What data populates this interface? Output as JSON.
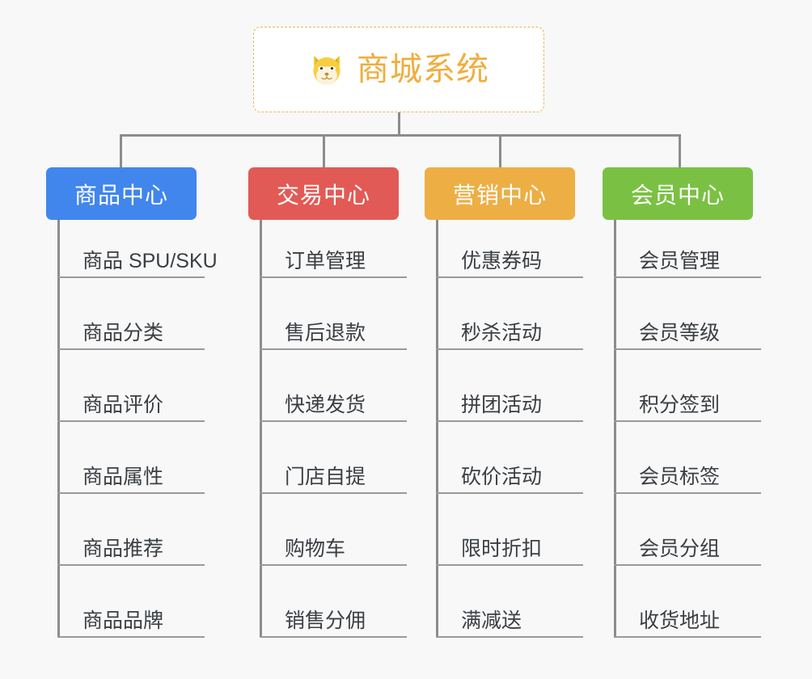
{
  "root": {
    "title": "商城系统",
    "icon": "shiba-dog-icon",
    "border_color": "#E8B45C",
    "text_color": "#F0AD3E",
    "background": "#FFFFFF"
  },
  "canvas": {
    "background": "#F8F8F8",
    "connector_color": "#8C8C8C",
    "leaf_underline_color": "#9A9A9A",
    "leaf_text_color": "#3A3F44"
  },
  "branches": [
    {
      "title": "商品中心",
      "color": "#4086ED",
      "items": [
        "商品 SPU/SKU",
        "商品分类",
        "商品评价",
        "商品属性",
        "商品推荐",
        "商品品牌"
      ]
    },
    {
      "title": "交易中心",
      "color": "#E25A55",
      "items": [
        "订单管理",
        "售后退款",
        "快递发货",
        "门店自提",
        "购物车",
        "销售分佣"
      ]
    },
    {
      "title": "营销中心",
      "color": "#EDAE44",
      "items": [
        "优惠券码",
        "秒杀活动",
        "拼团活动",
        "砍价活动",
        "限时折扣",
        "满减送"
      ]
    },
    {
      "title": "会员中心",
      "color": "#7AC143",
      "items": [
        "会员管理",
        "会员等级",
        "积分签到",
        "会员标签",
        "会员分组",
        "收货地址"
      ]
    }
  ]
}
